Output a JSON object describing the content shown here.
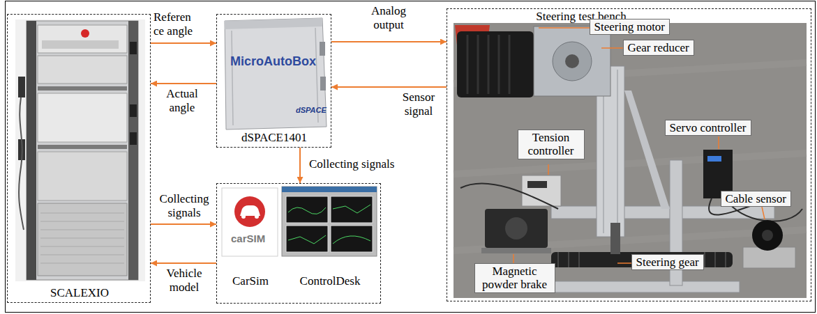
{
  "diagram": {
    "nodes": [
      {
        "text": [
          "SCALEXIO"
        ]
      },
      {
        "text": [
          "dSPACE1401"
        ]
      },
      {
        "text": [
          "CarSim",
          "ControlDesk"
        ]
      },
      {
        "text": [
          "Steering test bench"
        ]
      },
      {
        "text": [
          "Steering motor"
        ],
        "in": 3
      },
      {
        "text": [
          "Gear reducer"
        ],
        "in": 3
      },
      {
        "text": [
          "Servo controller"
        ],
        "in": 3
      },
      {
        "text": [
          "Tension controller"
        ],
        "in": 3
      },
      {
        "text": [
          "Cable sensor"
        ],
        "in": 3
      },
      {
        "text": [
          "Magnetic powder brake"
        ],
        "in": 3
      },
      {
        "text": [
          "Steering gear"
        ],
        "in": 3
      }
    ],
    "edges": [
      {
        "from": 0,
        "to": 1,
        "arrow": "to",
        "label": "Referen ce angle"
      },
      {
        "from": 1,
        "to": 0,
        "arrow": "to",
        "label": "Actual angle"
      },
      {
        "from": 1,
        "to": 3,
        "arrow": "to",
        "label": "Analog output"
      },
      {
        "from": 3,
        "to": 1,
        "arrow": "to",
        "label": "Sensor signal"
      },
      {
        "from": 1,
        "to": 2,
        "arrow": "to",
        "label": "Collecting signals"
      },
      {
        "from": 0,
        "to": 2,
        "arrow": "to",
        "label": "Collecting signals"
      },
      {
        "from": 2,
        "to": 0,
        "arrow": "to",
        "label": "Vehicle model"
      }
    ],
    "labels": [
      "MicroAutoBox",
      "dSPACE",
      "carSIM"
    ]
  }
}
